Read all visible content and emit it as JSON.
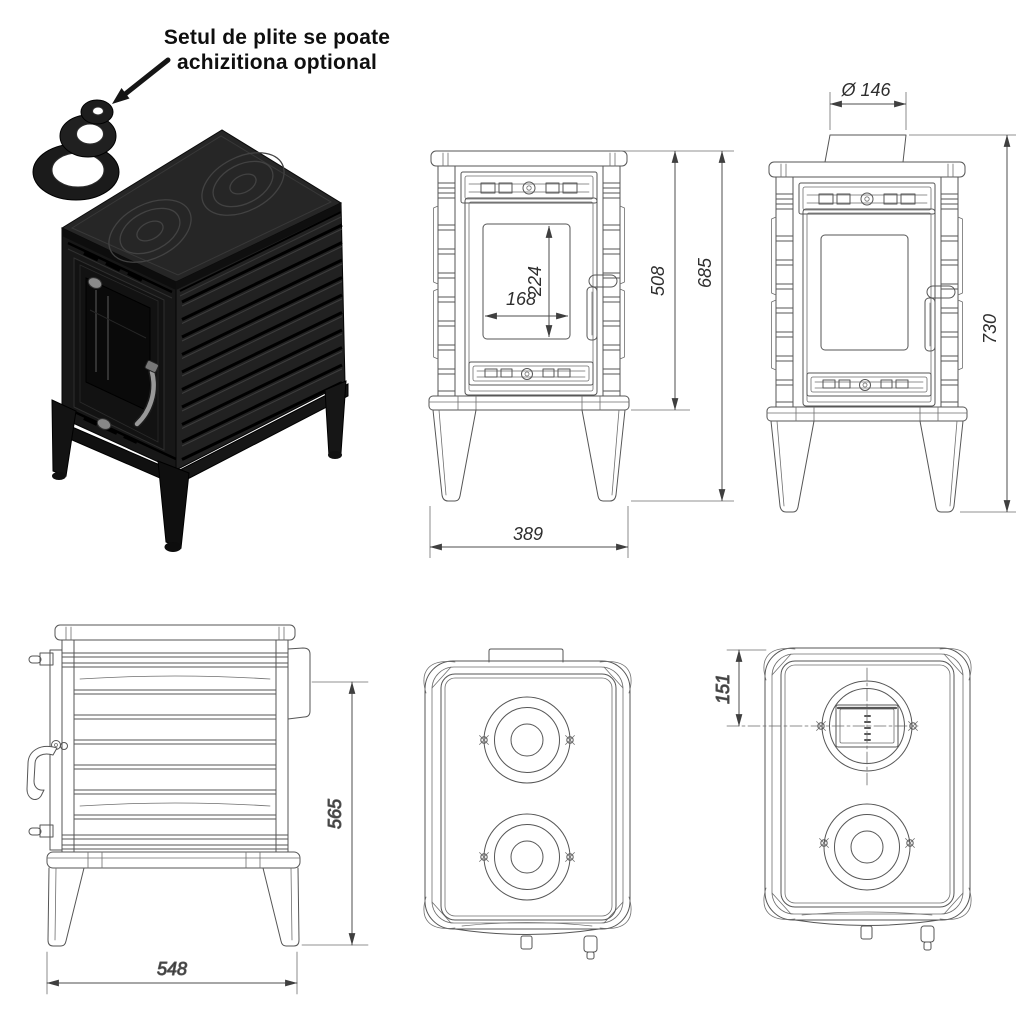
{
  "annotation": {
    "line1": "Setul de plite se poate",
    "line2": "achizitiona optional"
  },
  "views": {
    "front": {
      "dims": {
        "glass_height": "224",
        "glass_width": "168",
        "body_height": "508",
        "overall_height": "685",
        "overall_width": "389"
      }
    },
    "front_with_flue": {
      "dims": {
        "flue_diameter": "Ø 146",
        "height_to_flue_top": "730"
      }
    },
    "side": {
      "dims": {
        "flue_outlet_height": "565",
        "overall_depth": "548"
      }
    },
    "top_with_flue": {
      "dims": {
        "flue_center_offset": "151"
      }
    }
  },
  "colors": {
    "background": "#ffffff",
    "drawing_line": "#565656",
    "dimension_text": "#2e2e2e",
    "stove_body": "#1c1c1c",
    "metal_accent": "#999999"
  }
}
